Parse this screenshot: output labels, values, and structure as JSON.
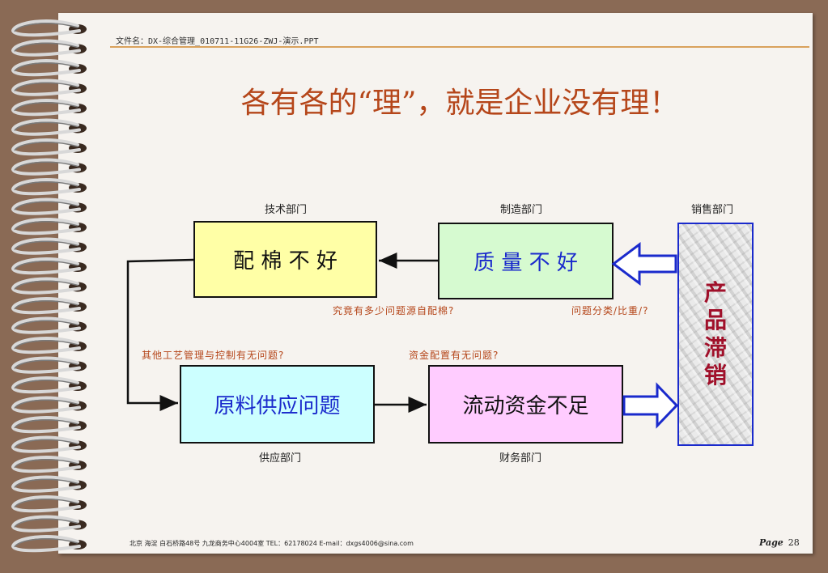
{
  "header": {
    "filename": "文件名：DX-综合管理_010711-11G26-ZWJ-演示.PPT"
  },
  "title": "各有各的“理”，就是企业没有理！",
  "departments": {
    "tech": "技术部门",
    "manufacturing": "制造部门",
    "sales": "销售部门",
    "supply": "供应部门",
    "finance": "财务部门"
  },
  "boxes": {
    "cotton": "配 棉 不 好",
    "quality": "质 量 不 好",
    "raw_supply": "原料供应问题",
    "funds": "流动资金不足",
    "sales_chars": [
      "产",
      "品",
      "滞",
      "销"
    ]
  },
  "questions": {
    "q1": "究竟有多少问题源自配棉?",
    "q2": "问题分类/比重/?",
    "q3": "其他工艺管理与控制有无问题?",
    "q4": "资金配置有无问题?"
  },
  "footer": {
    "address": "北京 海淀 白石桥路48号 九龙商务中心4004室    TEL：62178024    E-mail：dxgs4006@sina.com",
    "page_label": "Page",
    "page_number": "28"
  },
  "colors": {
    "title": "#b5461a",
    "cotton_fill": "#ffffa6",
    "quality_fill": "#d6fad0",
    "raw_supply_fill": "#ccffff",
    "funds_fill": "#ffccff",
    "blue_text": "#1a2acc",
    "sales_text": "#a0102a"
  }
}
